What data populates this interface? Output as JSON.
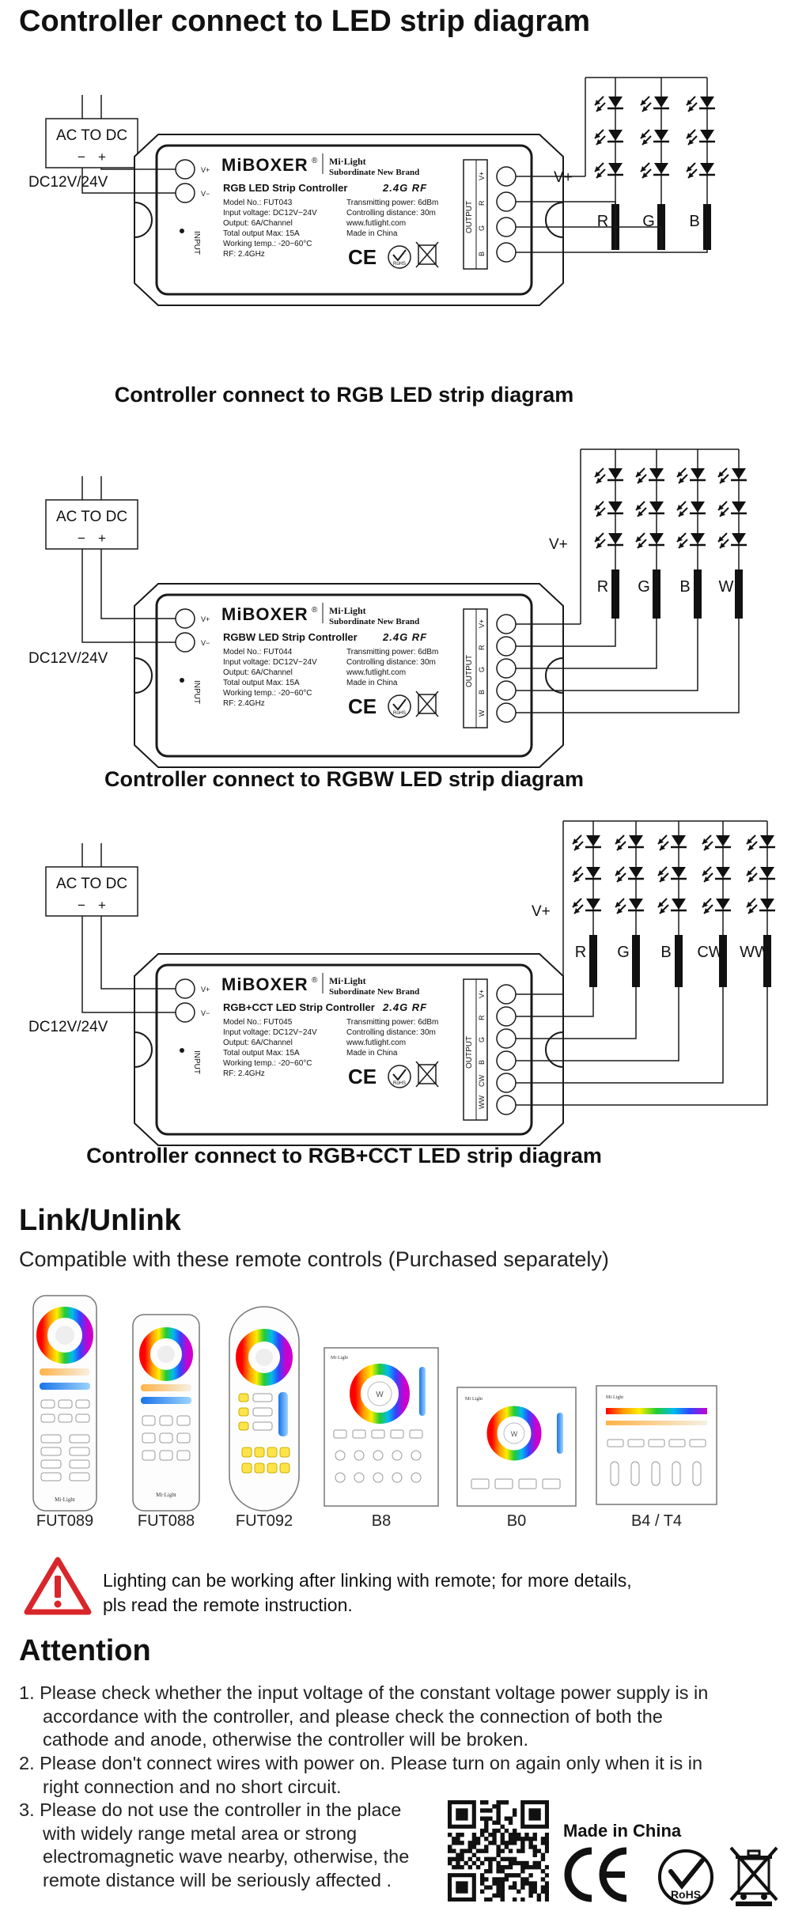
{
  "page_title": "Controller connect to LED strip diagram",
  "common": {
    "ac_dc": "AC TO DC",
    "minus": "−",
    "plus": "+",
    "dc": "DC12V/24V",
    "vplus": "V+",
    "brand": "MiBOXER",
    "brand_reg": "®",
    "milight": "Mi·Light",
    "subordinate": "Subordinate New Brand",
    "freq_logo": "2.4G RF",
    "input_label": "INPUT",
    "output_label": "OUTPUT",
    "in_vplus": "V+",
    "in_vminus": "V−",
    "ce": "CE",
    "rohs": "RoHS",
    "spec_right": [
      "Transmitting power: 6dBm",
      "Controlling distance: 30m",
      "www.futlight.com",
      "Made in China"
    ]
  },
  "diagrams": [
    {
      "caption": "Controller connect to RGB LED strip diagram",
      "controller_title": "RGB LED Strip Controller",
      "specs": [
        "Model No.: FUT043",
        "Input voltage: DC12V~24V",
        "Output: 6A/Channel",
        "Total output Max: 15A",
        "Working temp.: -20~60°C",
        "RF: 2.4GHz"
      ],
      "outputs": [
        "V+",
        "R",
        "G",
        "B"
      ],
      "channels": [
        "R",
        "G",
        "B"
      ]
    },
    {
      "caption": "Controller connect to RGBW LED strip diagram",
      "controller_title": "RGBW LED Strip Controller",
      "specs": [
        "Model No.: FUT044",
        "Input voltage: DC12V~24V",
        "Output: 6A/Channel",
        "Total output Max: 15A",
        "Working temp.: -20~60°C",
        "RF: 2.4GHz"
      ],
      "outputs": [
        "V+",
        "R",
        "G",
        "B",
        "W"
      ],
      "channels": [
        "R",
        "G",
        "B",
        "W"
      ]
    },
    {
      "caption": "Controller connect to RGB+CCT LED strip diagram",
      "controller_title": "RGB+CCT LED Strip Controller",
      "specs": [
        "Model No.: FUT045",
        "Input voltage: DC12V~24V",
        "Output: 6A/Channel",
        "Total output Max: 15A",
        "Working temp.: -20~60°C",
        "RF: 2.4GHz"
      ],
      "outputs": [
        "V+",
        "R",
        "G",
        "B",
        "CW",
        "WW"
      ],
      "channels": [
        "R",
        "G",
        "B",
        "CW",
        "WW"
      ]
    }
  ],
  "link": {
    "title": "Link/Unlink",
    "subtitle": "Compatible with these remote controls (Purchased separately)",
    "remotes": [
      "FUT089",
      "FUT088",
      "FUT092",
      "B8",
      "B0",
      "B4 / T4"
    ],
    "brand_small": "Mi·Light",
    "warning_line1": "Lighting can be working after linking with remote; for more details,",
    "warning_line2": "pls read the remote instruction."
  },
  "attention": {
    "title": "Attention",
    "items": [
      [
        "1. Please check whether the input voltage of the constant voltage power supply is in",
        "accordance with the controller, and please check the connection of both the",
        "cathode and anode, otherwise the controller will be broken."
      ],
      [
        "2. Please don't connect wires with power on. Please turn on again only when it is in",
        "right connection and no short circuit."
      ],
      [
        "3. Please do not use the controller in the place",
        "with widely range metal area or strong",
        "electromagnetic wave nearby, otherwise, the",
        "remote distance will be seriously affected ."
      ]
    ],
    "made_in_china": "Made in China",
    "ce": "CE",
    "rohs": "RoHS"
  },
  "colors": {
    "text": "#111111",
    "line": "#1a1a1a",
    "warning_red": "#d9262b"
  }
}
